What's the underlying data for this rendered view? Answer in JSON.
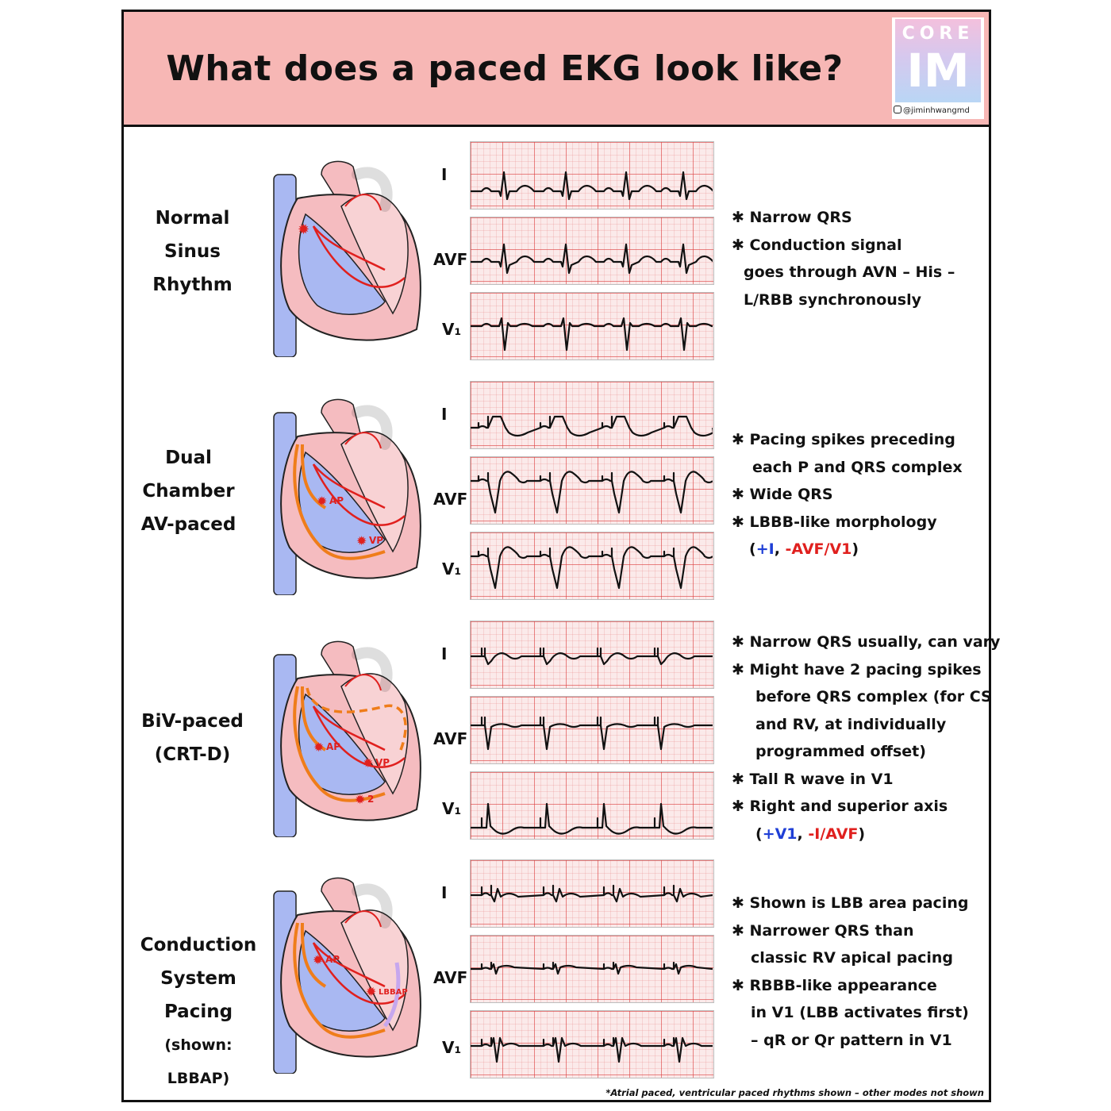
{
  "header": {
    "title": "What does a paced EKG look like?"
  },
  "logo": {
    "line1": "CORE",
    "line2": "IM",
    "handle": "@jiminhwangmd"
  },
  "leads": {
    "I": "I",
    "AVF": "AVF",
    "V1": "V₁"
  },
  "rows": [
    {
      "label": [
        "Normal",
        "Sinus",
        "Rhythm"
      ],
      "notes": [
        "✱ Narrow QRS",
        "✱ Conduction signal",
        "goes through AVN – His –",
        "L/RBB synchronously"
      ]
    },
    {
      "label": [
        "Dual",
        "Chamber",
        "AV-paced"
      ],
      "heart_labels": [
        "AP",
        "VP"
      ],
      "notes": [
        "✱ Pacing spikes preceding",
        "each P and QRS complex",
        "✱ Wide QRS",
        "✱ LBBB-like morphology"
      ],
      "axis": {
        "open": "(",
        "pos": "+I",
        "sep": ", ",
        "neg": "-AVF/V1",
        "close": ")"
      }
    },
    {
      "label": [
        "BiV-paced",
        "(CRT-D)"
      ],
      "heart_labels": [
        "AP",
        "VP",
        "2"
      ],
      "notes": [
        "✱ Narrow QRS usually, can vary",
        "✱ Might have 2 pacing spikes",
        "before QRS complex (for CS",
        "and RV, at individually",
        "programmed offset)",
        "✱ Tall R wave in V1",
        "✱ Right and superior axis"
      ],
      "axis": {
        "open": "(",
        "pos": "+V1",
        "sep": ", ",
        "neg": "-I/AVF",
        "close": ")"
      }
    },
    {
      "label": [
        "Conduction",
        "System",
        "Pacing"
      ],
      "sub": "(shown: LBBAP)",
      "heart_labels": [
        "AP",
        "LBBAP"
      ],
      "notes": [
        "✱ Shown is LBB area pacing",
        "✱ Narrower QRS than",
        "classic RV apical pacing",
        "✱ RBBB-like appearance",
        "in V1 (LBB activates first)",
        "– qR or Qr pattern in V1"
      ]
    }
  ],
  "footnote": "*Atrial paced, ventricular paced rhythms shown – other modes not shown",
  "colors": {
    "header_bg": "#f7b7b5",
    "ecg_grid": "#e05050",
    "pacing_orange": "#ef7d1a",
    "signal_red": "#e0201e",
    "axis_blue": "#1f3fd6",
    "vein_blue": "#a9b8f2",
    "heart_pink": "#f5bcc0"
  }
}
